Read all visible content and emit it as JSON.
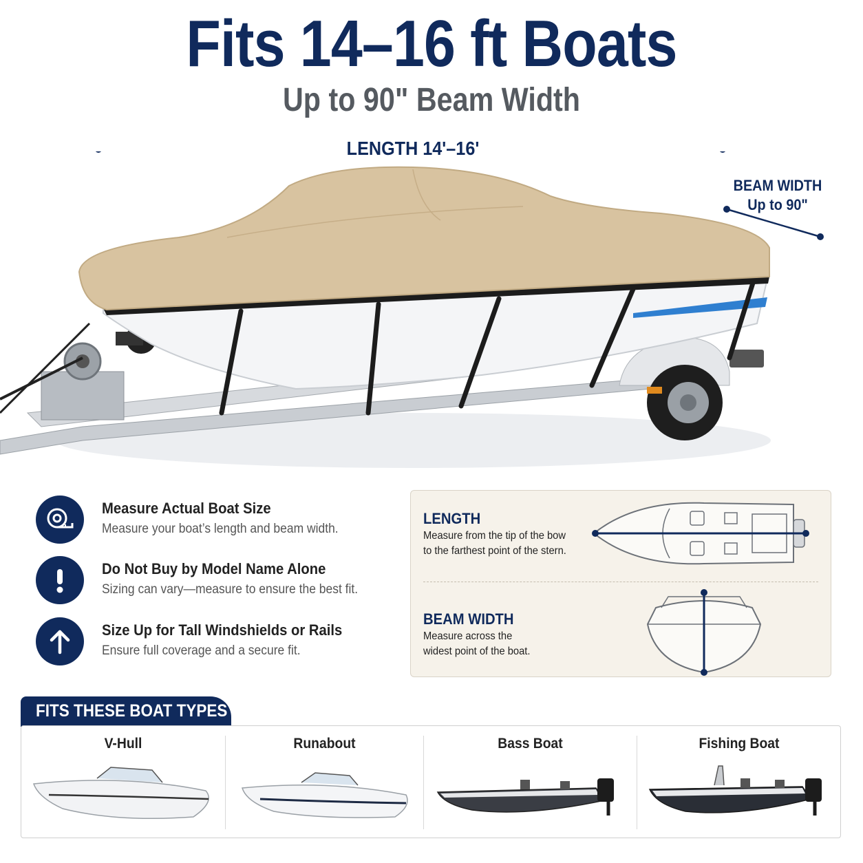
{
  "header": {
    "title": "Fits 14–16 ft Boats",
    "subtitle": "Up to 90\" Beam Width"
  },
  "dimensions": {
    "length_label": "LENGTH 14'–16'",
    "beam_label_line1": "BEAM WIDTH",
    "beam_label_line2": "Up to 90\""
  },
  "tips": [
    {
      "icon": "tape-measure-icon",
      "title": "Measure Actual Boat Size",
      "description": "Measure your boat’s length and beam width."
    },
    {
      "icon": "exclamation-icon",
      "title": "Do Not Buy by Model Name Alone",
      "description": "Sizing can vary—measure to ensure the best fit."
    },
    {
      "icon": "arrow-up-icon",
      "title": "Size Up for Tall Windshields or Rails",
      "description": "Ensure full coverage and a secure fit."
    }
  ],
  "measure": {
    "length_title": "LENGTH",
    "length_desc_line1": "Measure from the tip of the bow",
    "length_desc_line2": "to the farthest point of the stern.",
    "beam_title": "BEAM WIDTH",
    "beam_desc_line1": "Measure across the",
    "beam_desc_line2": "widest point of the boat."
  },
  "boat_types": {
    "title": "FITS THESE BOAT TYPES",
    "items": [
      {
        "label": "V-Hull"
      },
      {
        "label": "Runabout"
      },
      {
        "label": "Bass Boat"
      },
      {
        "label": "Fishing Boat"
      }
    ]
  },
  "colors": {
    "navy": "#102a5c",
    "tan_cover": "#d8c3a0",
    "panel_bg": "#f6f2ea",
    "stripe_blue": "#2f7fd0"
  }
}
